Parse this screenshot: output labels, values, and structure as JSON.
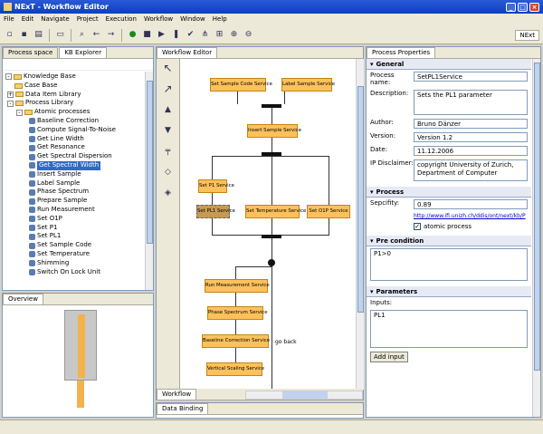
{
  "window": {
    "title": "NExT - Workflow Editor"
  },
  "menu": [
    "File",
    "Edit",
    "Navigate",
    "Project",
    "Execution",
    "Workflow",
    "Window",
    "Help"
  ],
  "toolbar": {
    "next_label": "NExt"
  },
  "left_tabs": {
    "process_space": "Process space",
    "kb_explorer": "KB Explorer"
  },
  "tree": {
    "root": "Knowledge Base",
    "case_base": "Case Base",
    "data_item_library": "Data Item Library",
    "process_library": "Process Library",
    "atomic_processes": "Atomic processes",
    "processes": [
      "Baseline Correction",
      "Compute Signal-To-Noise",
      "Get Line Width",
      "Get Resonance",
      "Get Spectral Dispersion",
      "Get Spectral Width",
      "Insert Sample",
      "Label Sample",
      "Phase Spectrum",
      "Prepare Sample",
      "Run Measurement",
      "Set O1P",
      "Set P1",
      "Set PL1",
      "Set Sample Code",
      "Set Temperature",
      "Shimming",
      "Switch On Lock Unit"
    ],
    "selected": "Get Spectral Width"
  },
  "overview": {
    "tab": "Overview"
  },
  "editor": {
    "tab": "Workflow Editor",
    "bottom_tab": "Workflow",
    "nodes": {
      "set_sample_code": "Set Sample Code Service",
      "label_sample": "Label Sample Service",
      "insert_sample": "Insert Sample Service",
      "set_p1": "Set P1 Service",
      "set_pl1": "Set PL1 Service",
      "set_temperature": "Set Temperature Service",
      "set_o1p": "Set O1P Service",
      "run_measurement": "Run Measurement Service",
      "phase_spectrum": "Phase Spectrum Service",
      "baseline_correction": "Baseline Correction Service",
      "vertical_scaling": "Vertical Scaling Service"
    },
    "go_back": "go back"
  },
  "data_binding": {
    "tab": "Data Binding"
  },
  "properties": {
    "tab": "Process Properties",
    "general": "General",
    "process_name_label": "Process name:",
    "process_name": "SetPL1Service",
    "description_label": "Description:",
    "description": "Sets the PL1 parameter",
    "author_label": "Author:",
    "author": "Bruno Dänzer",
    "version_label": "Version:",
    "version": "Version 1.2",
    "date_label": "Date:",
    "date": "11.12.2006",
    "disclaimer_label": "IP Disclaimer:",
    "disclaimer": "copyright University of Zurich, Department of Computer",
    "process": "Process",
    "specificity_label": "Sepcifity:",
    "specificity": "0.89",
    "link": "http://www.ifi.unizh.ch/ddis/ont/next/kb/P",
    "atomic_label": "atomic process",
    "pre_condition": "Pre condition",
    "pre_condition_value": "P1>0",
    "parameters": "Parameters",
    "inputs_label": "Inputs:",
    "inputs_value": "PL1",
    "add_input": "Add input"
  }
}
